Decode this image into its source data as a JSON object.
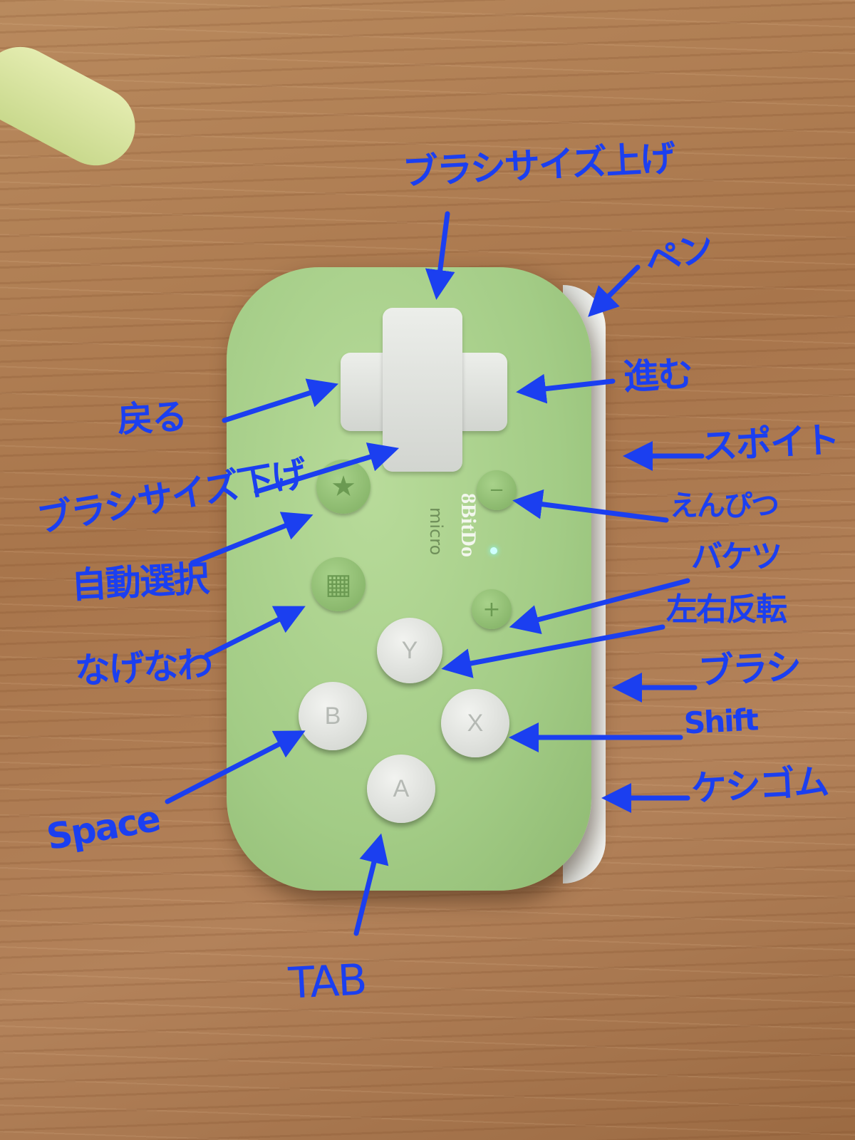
{
  "device": {
    "logo": "8BitDo",
    "model": "micro",
    "buttons": {
      "y": "Y",
      "b": "B",
      "x": "X",
      "a": "A"
    }
  },
  "labels": {
    "brush_size_up": "ブラシサイズ上げ",
    "pen": "ペン",
    "forward": "進む",
    "eyedropper": "スポイト",
    "back": "戻る",
    "brush_size_down": "ブラシサイズ下げ",
    "pencil": "えんぴつ",
    "auto_select": "自動選択",
    "bucket": "バケツ",
    "flip_horizontal": "左右反転",
    "lasso": "なげなわ",
    "brush": "ブラシ",
    "shift": "Shift",
    "eraser": "ケシゴム",
    "space": "Space",
    "tab": "TAB"
  },
  "colors": {
    "annotation": "#1b3ff0",
    "controller": "#a3cc86"
  }
}
